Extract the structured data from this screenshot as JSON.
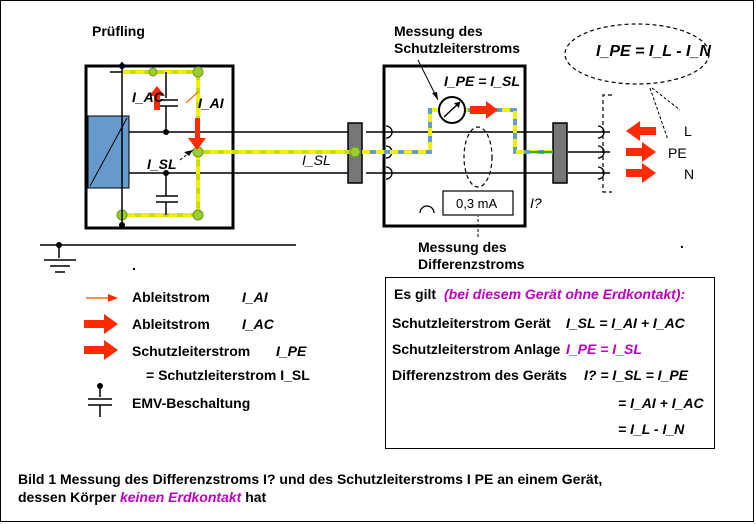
{
  "labels": {
    "pruefling": "Prüfling",
    "messung_schutzleiter_1": "Messung des",
    "messung_schutzleiter_2": "Schutzleiterstroms",
    "messung_diff_1": "Messung des",
    "messung_diff_2": "Differenzstroms",
    "meter_value": "0,3 mA",
    "formula_top": "I_PE = I_L - I_N",
    "ipe_isl": "I_PE = I_SL",
    "i_ac": "I_AC",
    "i_ai": "I_AI",
    "i_sl_left": "I_SL",
    "i_sl_mid": "I_SL",
    "i_diff": "I?",
    "L": "L",
    "PE": "PE",
    "N": "N",
    "dot1": ".",
    "dot2": "."
  },
  "legend": {
    "ableitstrom_ai_text": "Ableitstrom",
    "ableitstrom_ai_sym": "I_AI",
    "ableitstrom_ac_text": "Ableitstrom",
    "ableitstrom_ac_sym": "I_AC",
    "schutzleiter_text": "Schutzleiterstrom",
    "schutzleiter_sym": "I_PE",
    "schutzleiter_eq": "= Schutzleiterstrom I_SL",
    "emv": "EMV-Beschaltung"
  },
  "box": {
    "heading": "Es gilt",
    "heading_note": "(bei diesem Gerät ohne Erdkontakt):",
    "row1_label": "Schutzleiterstrom Gerät",
    "row1_eq": "I_SL = I_AI + I_AC",
    "row2_label": "Schutzleiterstrom Anlage",
    "row2_eq": "I_PE = I_SL",
    "row3_label": "Differenzstrom des Geräts",
    "row3_eq": "I? = I_SL = I_PE",
    "row4_eq": "= I_AI + I_AC",
    "row5_eq": "= I_L - I_N"
  },
  "caption": {
    "line1": "Bild 1 Messung des Differenzstroms I? und des Schutzleiterstroms I PE an einem Gerät,",
    "line2_pre": "dessen Körper",
    "line2_mag": "keinen Erdkontakt",
    "line2_post": "hat"
  },
  "colors": {
    "magenta": "#c000c0",
    "red": "#ff2a00",
    "yellow": "#f0f000",
    "green": "#9acd32",
    "blue": "#6fa8dc",
    "device_blue": "#6699cc"
  }
}
